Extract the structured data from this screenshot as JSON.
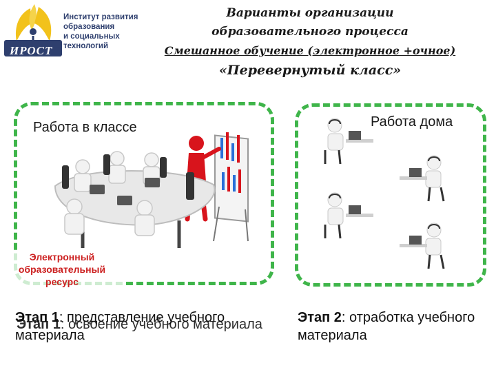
{
  "logo": {
    "lines": [
      "Институт развития",
      "образования",
      "и социальных",
      "технологий"
    ],
    "abbr": "ИРОСТ",
    "colors": {
      "wing": "#f2c21b",
      "text": "#2e3f6e",
      "band": "#2e3f6e"
    }
  },
  "title": {
    "line1": "Варианты организации",
    "line2": "образовательного процесса",
    "line3": "Смешанное обучение (электронное +очное)",
    "line4": "«Перевернутый класс»"
  },
  "left_box": {
    "caption": "Работа в классе",
    "resource_line1": "Электронный",
    "resource_line2": "образовательный",
    "resource_line3": "ресурс"
  },
  "right_box": {
    "caption": "Работа дома"
  },
  "stages": {
    "overlap_a": {
      "label": "Этап 1",
      "text": ": представление учебного материала"
    },
    "overlap_b": {
      "label": "Этап 1",
      "text": ": освоение учебного материала"
    },
    "right": {
      "label": "Этап 2",
      "text": ": отработка учебного материала"
    }
  },
  "colors": {
    "dash_border": "#3fb54a",
    "resource_text": "#cc1f1f",
    "presenter": "#d8141c"
  }
}
